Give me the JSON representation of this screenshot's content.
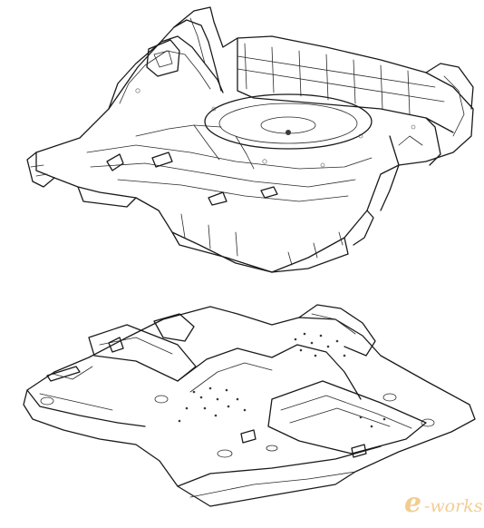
{
  "figure": {
    "drawings": [
      {
        "id": "rear-floor-assembly",
        "icon": "rear-floor-line-drawing"
      },
      {
        "id": "front-floor-assembly",
        "icon": "front-floor-line-drawing"
      }
    ],
    "watermark": {
      "logo_letter": "e",
      "text": "-works",
      "color": "#e8a53a"
    }
  }
}
